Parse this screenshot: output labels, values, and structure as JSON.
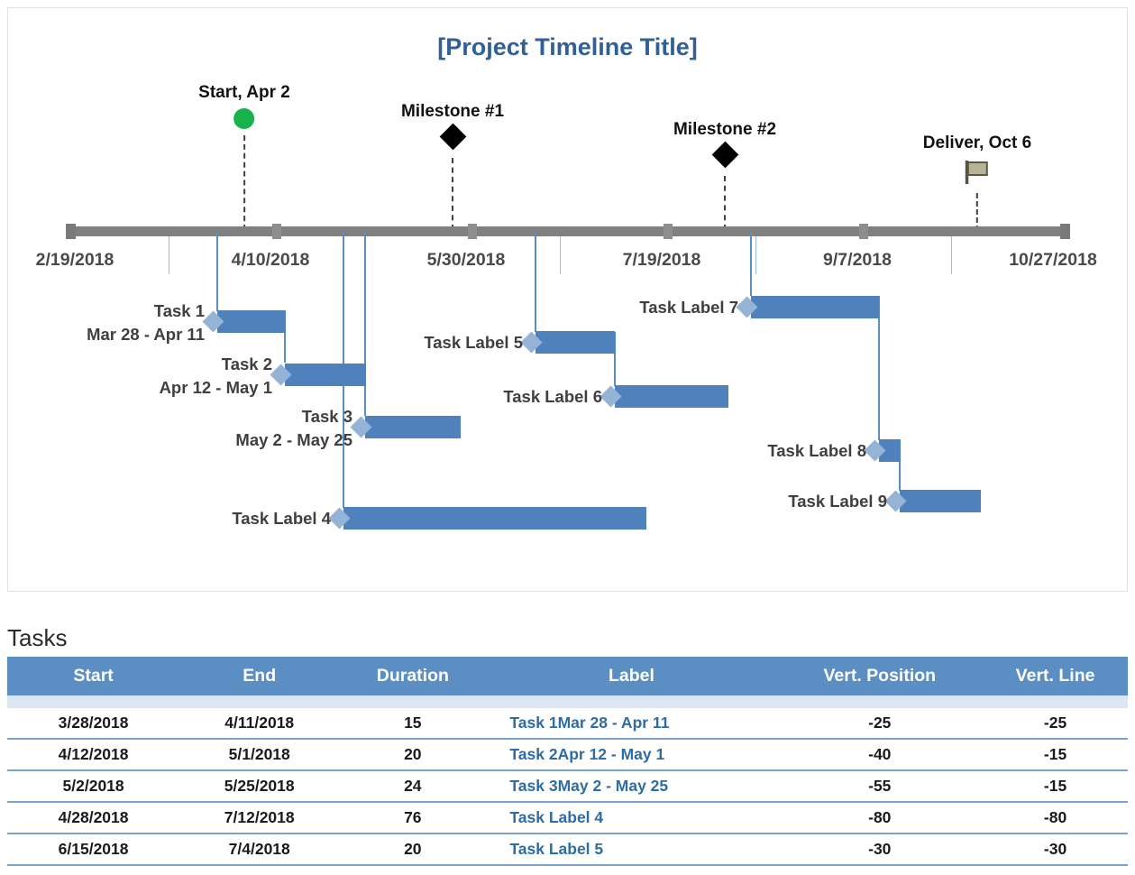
{
  "chart_data": {
    "type": "bar",
    "title": "[Project Timeline Title]",
    "subtype": "gantt-timeline",
    "xlabel": "",
    "ylabel": "",
    "grid": false,
    "legend": "none",
    "axis_dates": [
      "2/19/2018",
      "4/10/2018",
      "5/30/2018",
      "7/19/2018",
      "9/7/2018",
      "10/27/2018"
    ],
    "axis_range": [
      "2/19/2018",
      "10/27/2018"
    ],
    "milestones": [
      {
        "label": "Start, Apr 2",
        "marker": "circle",
        "color": "#19b14c",
        "date": "Apr 2"
      },
      {
        "label": "Milestone #1",
        "marker": "diamond",
        "color": "#000000",
        "date": ""
      },
      {
        "label": "Milestone #2",
        "marker": "diamond",
        "color": "#000000",
        "date": ""
      },
      {
        "label": "Deliver, Oct 6",
        "marker": "flag",
        "color": "#8a8a6a",
        "date": "Oct 6"
      }
    ],
    "tasks": [
      {
        "label_line1": "Task 1",
        "label_line2": "Mar 28 - Apr 11",
        "start": "3/28/2018",
        "end": "4/11/2018",
        "duration": 15
      },
      {
        "label_line1": "Task 2",
        "label_line2": "Apr 12 - May 1",
        "start": "4/12/2018",
        "end": "5/1/2018",
        "duration": 20
      },
      {
        "label_line1": "Task 3",
        "label_line2": "May 2 - May 25",
        "start": "5/2/2018",
        "end": "5/25/2018",
        "duration": 24
      },
      {
        "label_line1": "Task Label 4",
        "label_line2": "",
        "start": "4/28/2018",
        "end": "7/12/2018",
        "duration": 76
      },
      {
        "label_line1": "Task Label 5",
        "label_line2": "",
        "start": "6/15/2018",
        "end": "7/4/2018",
        "duration": 20
      },
      {
        "label_line1": "Task Label 6",
        "label_line2": "",
        "start": "",
        "end": "",
        "duration": null
      },
      {
        "label_line1": "Task Label 7",
        "label_line2": "",
        "start": "",
        "end": "",
        "duration": null
      },
      {
        "label_line1": "Task Label 8",
        "label_line2": "",
        "start": "",
        "end": "",
        "duration": null
      },
      {
        "label_line1": "Task Label 9",
        "label_line2": "",
        "start": "",
        "end": "",
        "duration": null
      }
    ],
    "colors": {
      "title": "#316097",
      "bar": "#4f81bd",
      "bar_arrow": "#95b3d7",
      "axis": "#808080",
      "connector": "#5b8fc4",
      "table_header": "#5b8fc4",
      "table_link": "#2e6da4"
    }
  },
  "chart": {
    "title": "[Project Timeline Title]",
    "axis_dates": [
      {
        "text": "2/19/2018"
      },
      {
        "text": "4/10/2018"
      },
      {
        "text": "5/30/2018"
      },
      {
        "text": "7/19/2018"
      },
      {
        "text": "9/7/2018"
      },
      {
        "text": "10/27/2018"
      }
    ],
    "milestones": [
      {
        "label": "Start, Apr 2"
      },
      {
        "label": "Milestone #1"
      },
      {
        "label": "Milestone #2"
      },
      {
        "label": "Deliver, Oct 6"
      }
    ],
    "tasks": [
      {
        "line1": "Task 1",
        "line2": "Mar 28 - Apr 11"
      },
      {
        "line1": "Task 2",
        "line2": "Apr 12 - May 1"
      },
      {
        "line1": "Task 3",
        "line2": "May 2 - May 25"
      },
      {
        "line1": "Task Label 4",
        "line2": ""
      },
      {
        "line1": "Task Label 5",
        "line2": ""
      },
      {
        "line1": "Task Label 6",
        "line2": ""
      },
      {
        "line1": "Task Label 7",
        "line2": ""
      },
      {
        "line1": "Task Label 8",
        "line2": ""
      },
      {
        "line1": "Task Label 9",
        "line2": ""
      }
    ]
  },
  "table": {
    "heading": "Tasks",
    "columns": [
      "Start",
      "End",
      "Duration",
      "Label",
      "Vert. Position",
      "Vert. Line"
    ],
    "rows": [
      {
        "start": "3/28/2018",
        "end": "4/11/2018",
        "duration": "15",
        "label": "Task 1Mar 28 - Apr 11",
        "vert_position": "-25",
        "vert_line": "-25"
      },
      {
        "start": "4/12/2018",
        "end": "5/1/2018",
        "duration": "20",
        "label": "Task 2Apr 12 - May 1",
        "vert_position": "-40",
        "vert_line": "-15"
      },
      {
        "start": "5/2/2018",
        "end": "5/25/2018",
        "duration": "24",
        "label": "Task 3May 2 - May 25",
        "vert_position": "-55",
        "vert_line": "-15"
      },
      {
        "start": "4/28/2018",
        "end": "7/12/2018",
        "duration": "76",
        "label": "Task Label 4",
        "vert_position": "-80",
        "vert_line": "-80"
      },
      {
        "start": "6/15/2018",
        "end": "7/4/2018",
        "duration": "20",
        "label": "Task Label 5",
        "vert_position": "-30",
        "vert_line": "-30"
      }
    ]
  }
}
